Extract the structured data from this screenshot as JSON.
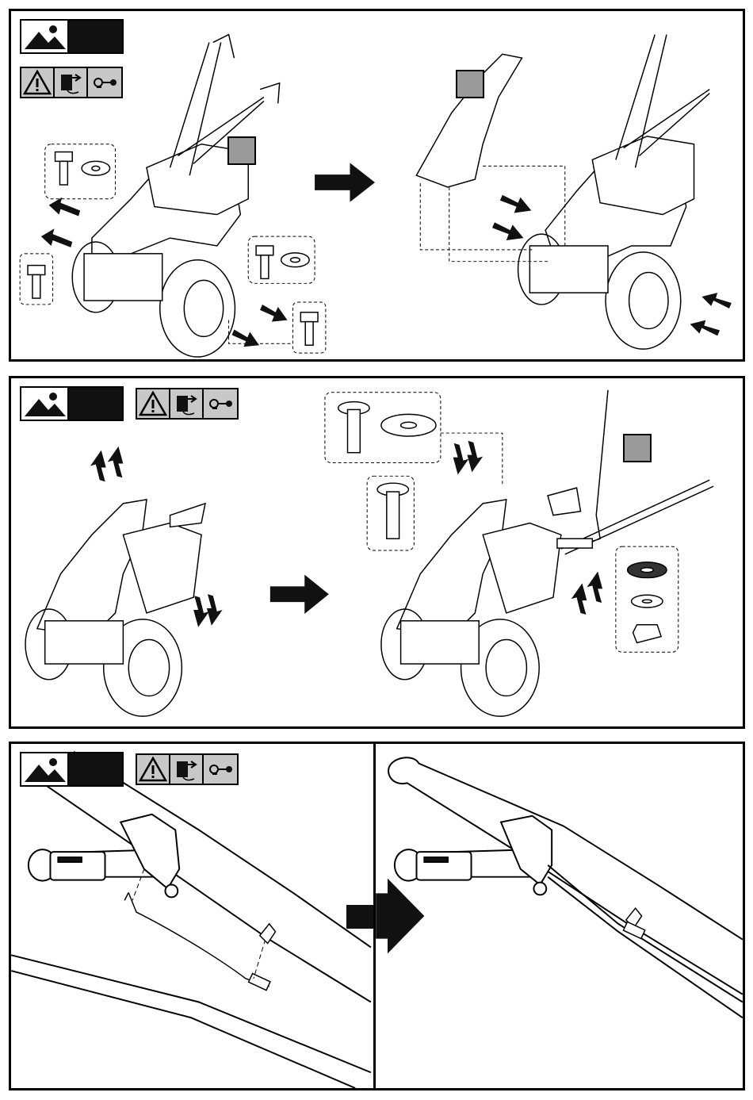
{
  "document": {
    "panels": [
      {
        "id": "step-1",
        "label": ""
      },
      {
        "id": "step-2",
        "label": ""
      },
      {
        "id": "step-3-before",
        "label": ""
      },
      {
        "id": "step-3-after",
        "label": ""
      }
    ],
    "icons": {
      "image": "image-icon",
      "warning": "warning-triangle-icon",
      "engine_off": "engine-off-icon",
      "key": "key-remove-icon",
      "arrow": "big-right-arrow-icon"
    },
    "colors": {
      "badge_fill": "#111111",
      "strip_fill": "#c8c8c8",
      "callout_fill": "#9a9a9a",
      "line": "#000000"
    }
  }
}
